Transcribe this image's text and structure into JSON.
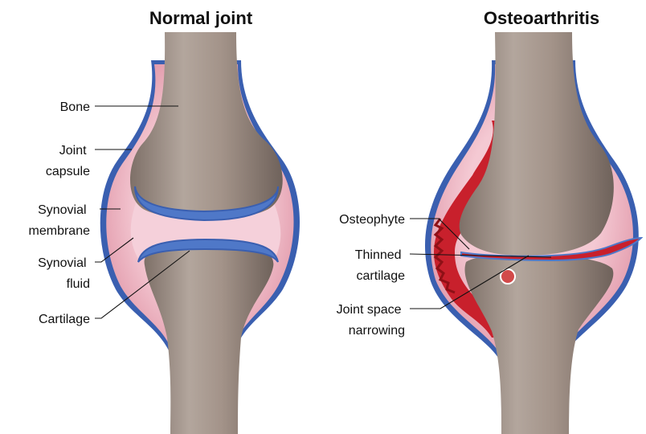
{
  "normal_joint": {
    "title": "Normal joint",
    "labels": {
      "bone": "Bone",
      "joint_capsule": [
        "Joint",
        "capsule"
      ],
      "synovial_membrane": [
        "Synovial",
        "membrane"
      ],
      "synovial_fluid": [
        "Synovial",
        "fluid"
      ],
      "cartilage": "Cartilage"
    }
  },
  "osteoarthritis": {
    "title": "Osteoarthritis",
    "labels": {
      "osteophyte": "Osteophyte",
      "thinned_cartilage": [
        "Thinned",
        "cartilage"
      ],
      "joint_space_narrowing": [
        "Joint space",
        "narrowing"
      ]
    }
  },
  "colors": {
    "bone": "#9e9088",
    "capsule": "#3a5fb0",
    "synovial_membrane": "#e39aaa",
    "synovial_fluid": "#f3c4d0",
    "cartilage": "#4f78c8",
    "osteophyte": "#c8202c"
  }
}
